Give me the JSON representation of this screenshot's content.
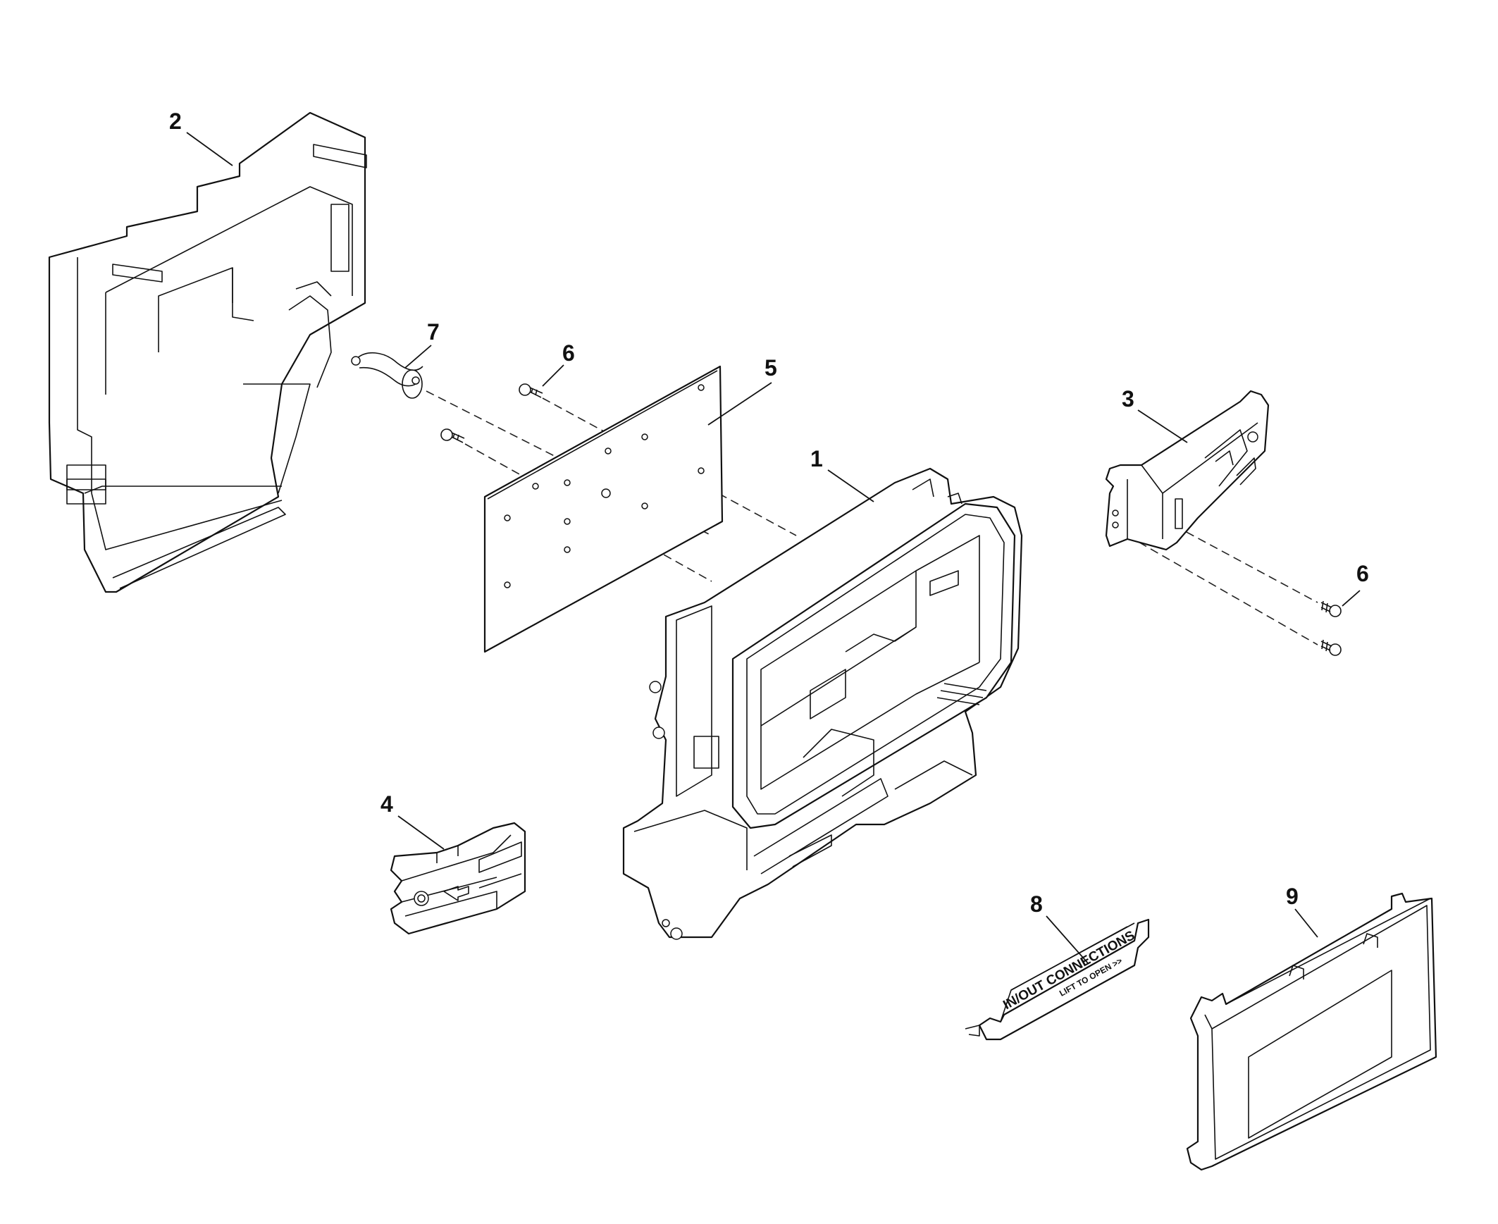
{
  "callouts": {
    "c1": "1",
    "c2": "2",
    "c3": "3",
    "c4": "4",
    "c5": "5",
    "c6a": "6",
    "c6b": "6",
    "c7": "7",
    "c8": "8",
    "c9": "9"
  },
  "part_labels": {
    "cover_text_line1": "IN/OUT CONNECTIONS",
    "cover_text_line2": "LIFT TO OPEN >>"
  },
  "colors": {
    "line": "#111111",
    "background": "#ffffff"
  }
}
